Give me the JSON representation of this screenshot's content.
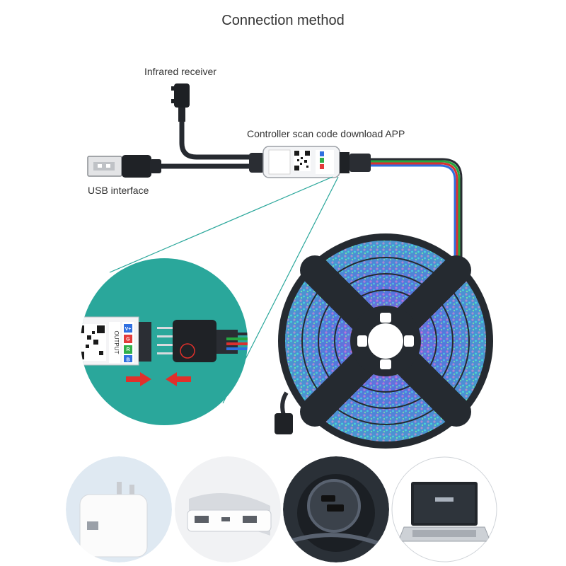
{
  "title": "Connection method",
  "labels": {
    "infrared_receiver": "Infrared receiver",
    "controller": "Controller scan code download APP",
    "usb": "USB interface"
  },
  "controller_box": {
    "output_label": "OUTPUT",
    "pins": [
      "V+",
      "G",
      "R",
      "B"
    ]
  },
  "devices": [
    {
      "name": "wall-charger",
      "icon": "usb-wall-charger-icon"
    },
    {
      "name": "power-bank",
      "icon": "power-bank-icon"
    },
    {
      "name": "car-charger",
      "icon": "car-usb-charger-icon"
    },
    {
      "name": "laptop",
      "icon": "laptop-icon"
    }
  ],
  "colors": {
    "teal": "#2aa79b",
    "cable": "#262a30",
    "arrow": "#e0302b"
  }
}
